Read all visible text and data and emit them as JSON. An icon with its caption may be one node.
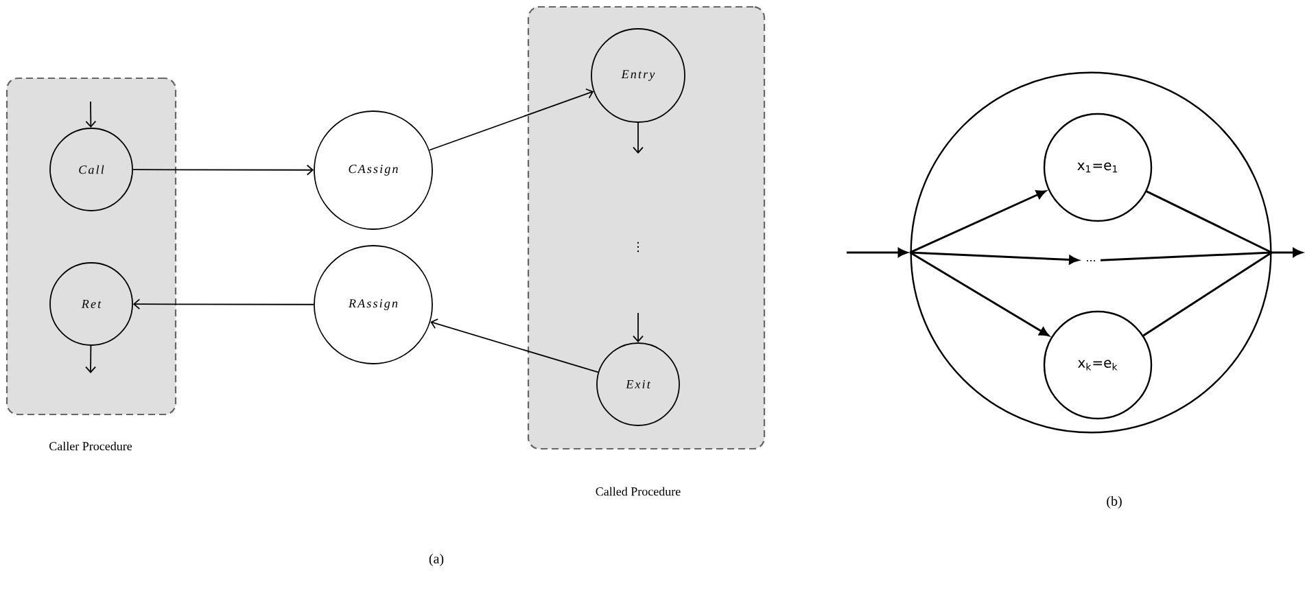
{
  "diagram": {
    "nodes": [
      {
        "text": [
          "Caller Procedure"
        ]
      },
      {
        "text": [
          "Call"
        ],
        "in": 0
      },
      {
        "text": [
          "Ret"
        ],
        "in": 0
      },
      {
        "text": [
          "CAssign"
        ]
      },
      {
        "text": [
          "RAssign"
        ]
      },
      {
        "text": [
          "Called Procedure"
        ]
      },
      {
        "text": [
          "Entry"
        ],
        "in": 5
      },
      {
        "text": [
          "Exit"
        ],
        "in": 5
      },
      {
        "text": [],
        "shape": "circle"
      },
      {
        "text": [
          "x$_{1}$=e$_{1}$"
        ],
        "in": 8
      },
      {
        "text": [
          "..."
        ],
        "in": 8
      },
      {
        "text": [
          "x$_{k}$=e$_{k}$"
        ],
        "in": 8
      }
    ],
    "edges": [
      {
        "from": null,
        "to": 1,
        "arrow": "to"
      },
      {
        "from": 1,
        "to": 3,
        "arrow": "to"
      },
      {
        "from": 3,
        "to": 6,
        "arrow": "to"
      },
      {
        "from": 7,
        "to": 4,
        "arrow": "to"
      },
      {
        "from": 4,
        "to": 2,
        "arrow": "to"
      },
      {
        "from": 2,
        "to": null,
        "arrow": "to"
      },
      {
        "from": 6,
        "to": null,
        "arrow": "to"
      },
      {
        "from": null,
        "to": 7,
        "arrow": "to"
      },
      {
        "from": null,
        "to": 8,
        "arrow": "to"
      },
      {
        "from": 8,
        "to": 9,
        "arrow": "to"
      },
      {
        "from": 8,
        "to": 10,
        "arrow": "to"
      },
      {
        "from": 8,
        "to": 11,
        "arrow": "to"
      },
      {
        "from": 9,
        "to": 8,
        "arrow": "none"
      },
      {
        "from": 10,
        "to": 8,
        "arrow": "none"
      },
      {
        "from": 11,
        "to": 8,
        "arrow": "none"
      },
      {
        "from": 8,
        "to": null,
        "arrow": "to"
      }
    ],
    "labels": [
      "⋮",
      "(a)",
      "(b)"
    ]
  }
}
